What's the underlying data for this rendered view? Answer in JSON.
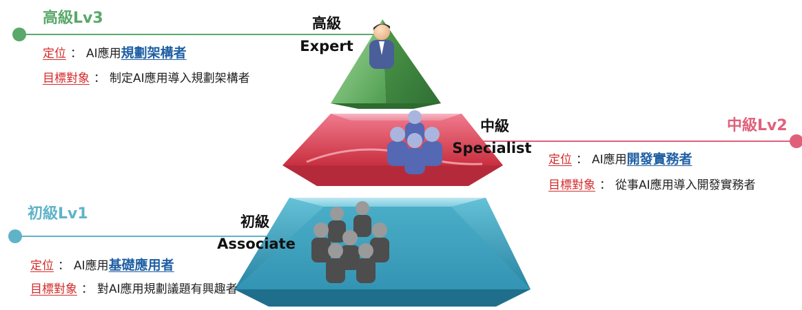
{
  "levels": {
    "advanced": {
      "badge": "高級Lv3",
      "tier_cn": "高級",
      "tier_en": "Expert",
      "position_key": "定位",
      "position_prefix": "AI應用",
      "position_strong": "規劃架構者",
      "target_key": "目標對象",
      "target_text": "制定AI應用導入規劃架構者",
      "color": "#5aa86a"
    },
    "intermediate": {
      "badge": "中級Lv2",
      "tier_cn": "中級",
      "tier_en": "Specialist",
      "position_key": "定位",
      "position_prefix": "AI應用",
      "position_strong": "開發實務者",
      "target_key": "目標對象",
      "target_text": "從事AI應用導入開發實務者",
      "color": "#e0607a"
    },
    "beginner": {
      "badge": "初級Lv1",
      "tier_cn": "初級",
      "tier_en": "Associate",
      "position_key": "定位",
      "position_prefix": "AI應用",
      "position_strong": "基礎應用者",
      "target_key": "目標對象",
      "target_text": "對AI應用規劃議題有興趣者",
      "color": "#5fb3c8"
    }
  },
  "separator": "："
}
